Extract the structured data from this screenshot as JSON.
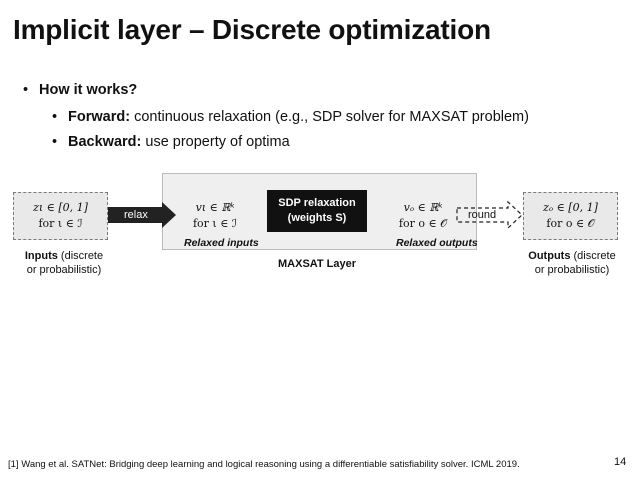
{
  "title": "Implicit layer – Discrete optimization",
  "bullets": {
    "main": "How it works?",
    "forward_label": "Forward:",
    "forward_text": "continuous relaxation (e.g., SDP solver for MAXSAT problem)",
    "backward_label": "Backward:",
    "backward_text": "use property of optima"
  },
  "diagram": {
    "input_math": "zι ∈ [0, 1]",
    "input_for": "for ι ∈ ℐ",
    "input_caption_bold": "Inputs",
    "input_caption_rest": " (discrete",
    "input_caption_line2": "or probabilistic)",
    "relax_label": "relax",
    "relaxed_math": "vι ∈ ℝᵏ",
    "relaxed_for": "for ι ∈ ℐ",
    "relaxed_inputs_label": "Relaxed inputs",
    "sdp_line1": "SDP relaxation",
    "sdp_line2": "(weights S)",
    "relaxed_out_math": "vₒ ∈ ℝᵏ",
    "relaxed_out_for": "for o ∈ 𝒪",
    "relaxed_outputs_label": "Relaxed outputs",
    "round_label": "round",
    "output_math": "zₒ ∈ [0, 1]",
    "output_for": "for o ∈ 𝒪",
    "output_caption_bold": "Outputs",
    "output_caption_rest": " (discrete",
    "output_caption_line2": "or probabilistic)",
    "layer_label": "MAXSAT Layer"
  },
  "footnote": "[1] Wang et al. SATNet: Bridging deep learning and logical reasoning using a differentiable satisfiability solver. ICML 2019.",
  "page_number": "14",
  "colors": {
    "arrow_fill": "#222222",
    "box_fill": "#efefef",
    "sdp_fill": "#111111"
  }
}
